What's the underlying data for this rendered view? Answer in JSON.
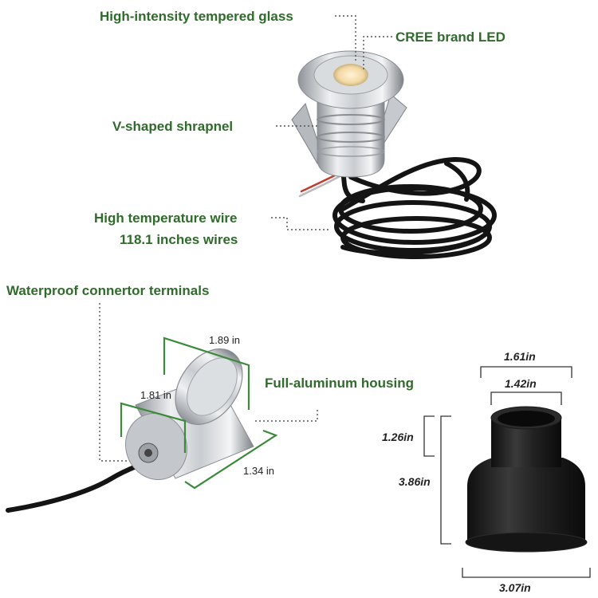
{
  "labels": {
    "glass": "High-intensity tempered glass",
    "led": "CREE brand LED",
    "shrapnel": "V-shaped shrapnel",
    "wire_line1": "High temperature wire",
    "wire_line2": "118.1 inches wires",
    "connector": "Waterproof connertor terminals",
    "housing": "Full-aluminum housing"
  },
  "light_dims": {
    "top": "1.89 in",
    "side": "1.81 in",
    "bottom": "1.34 in"
  },
  "sleeve_dims": {
    "outer_top": "1.61in",
    "inner_top": "1.42in",
    "neck_height": "1.26in",
    "total_height": "3.86in",
    "base_width": "3.07in"
  },
  "colors": {
    "label_green": "#2f6b2a",
    "dim_line_green": "#3a8a3a",
    "sleeve_black": "#1c1c1c"
  }
}
